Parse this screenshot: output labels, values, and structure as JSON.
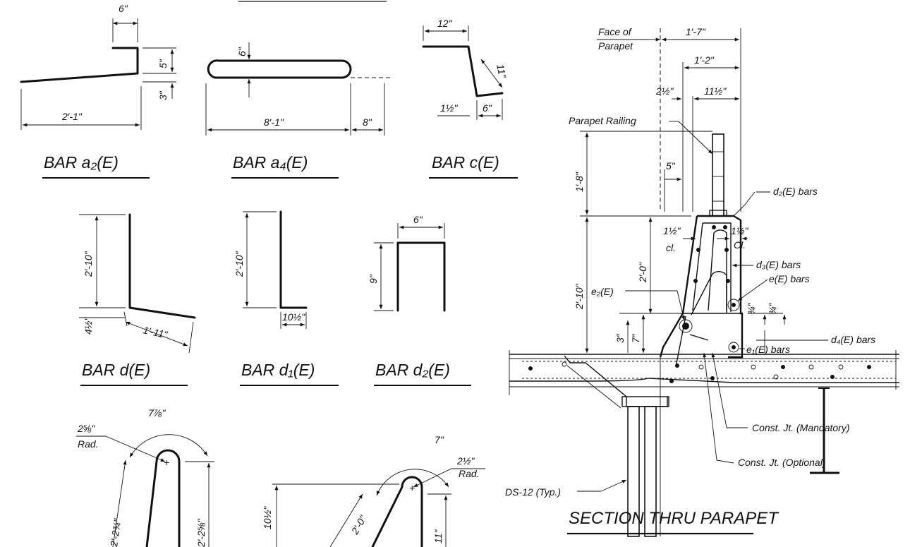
{
  "bars": {
    "a2": {
      "title": "BAR a₂(E)",
      "dim_top": "6\"",
      "dim_5": "5\"",
      "dim_3": "3\"",
      "dim_len": "2′-1\""
    },
    "a4": {
      "title": "BAR a₄(E)",
      "dim_6": "6\"",
      "dim_len": "8′-1\"",
      "dim_8": "8\""
    },
    "c": {
      "title": "BAR c(E)",
      "dim_12": "12\"",
      "dim_11": "11\"",
      "dim_15": "1½\"",
      "dim_6": "6\""
    },
    "d": {
      "title": "BAR d(E)",
      "dim_h": "2′-10\"",
      "dim_45": "4½\"",
      "dim_leg": "1′-11\""
    },
    "d1": {
      "title": "BAR d₁(E)",
      "dim_h": "2′-10\"",
      "dim_105": "10½\""
    },
    "d2": {
      "title": "BAR d₂(E)",
      "dim_6": "6\"",
      "dim_9": "9\""
    },
    "e": {
      "dim_arc": "7⅞\"",
      "dim_rad": "2⅝\"",
      "rad": "Rad.",
      "dim_left": "2′-2¾\"",
      "dim_right": "2′-2⅝\""
    },
    "e1": {
      "dim_arc": "7\"",
      "dim_rad": "2½\"",
      "rad": "Rad.",
      "dim_105": "10½\"",
      "dim_20": "2′-0\"",
      "dim_11": "11\""
    }
  },
  "section": {
    "title": "SECTION THRU PARAPET",
    "face_of_parapet_1": "Face of",
    "face_of_parapet_2": "Parapet",
    "dim_1_7": "1′-7\"",
    "dim_1_2": "1′-2\"",
    "dim_25": "2½\"",
    "dim_115": "11½\"",
    "parapet_railing": "Parapet Railing",
    "dim_1_8": "1′-8\"",
    "dim_5": "5\"",
    "dim_2_10": "2′-10\"",
    "dim_2_0": "2′-0\"",
    "dim_15_left": "1½\"",
    "cl_left": "cl.",
    "dim_15_right": "1½\"",
    "cl_right": "Cl.",
    "d2_bars": "d₂(E) bars",
    "d3_bars": "d₃(E) bars",
    "e_bars": "e(E) bars",
    "e2": "e₂(E)",
    "dim_34a": "¾\"",
    "dim_34b": "¾\"",
    "dim_3": "3\"",
    "dim_7": "7\"",
    "d4_bars": "d₄(E) bars",
    "e1_bars": "e₁(E) bars",
    "const_mandatory": "Const. Jt. (Mandatory)",
    "const_optional": "Const. Jt. (Optional)",
    "ds12": "DS-12 (Typ.)"
  }
}
